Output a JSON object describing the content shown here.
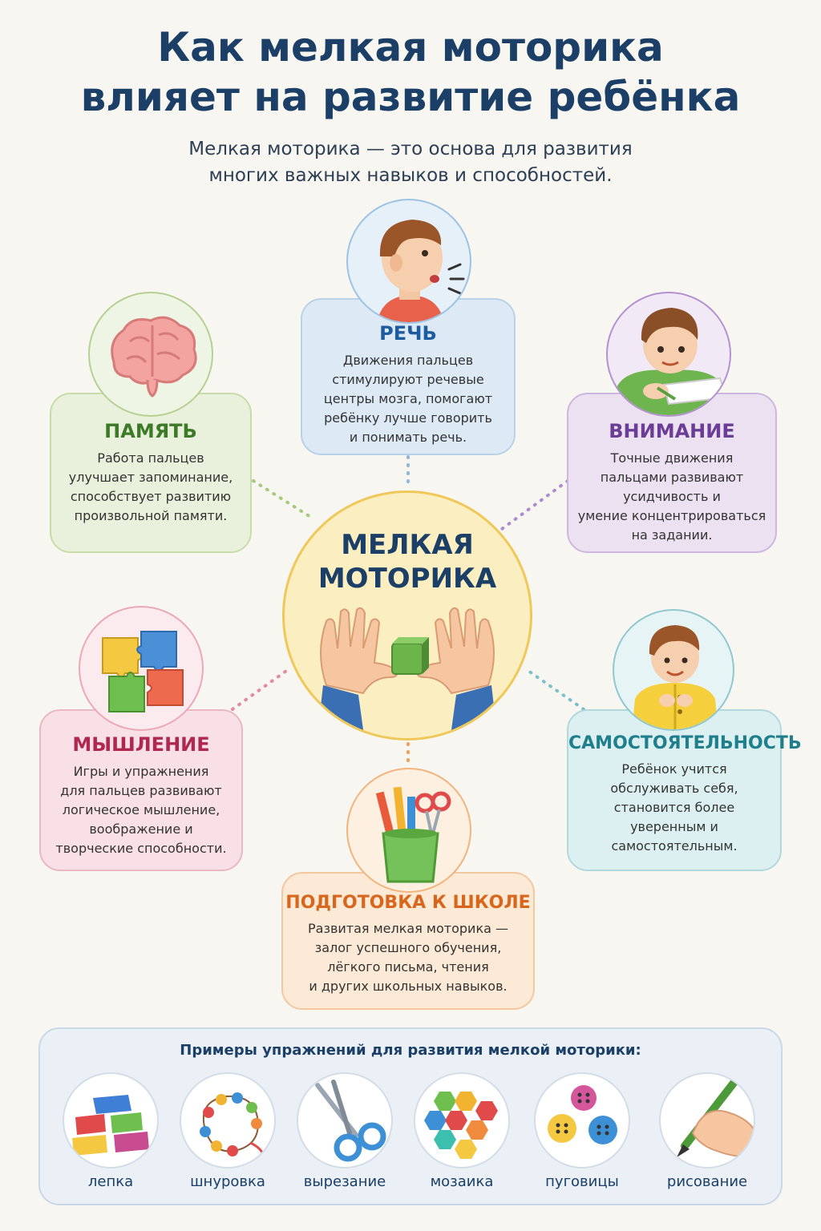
{
  "title_line1": "Как мелкая моторика",
  "title_line2": "влияет на развитие ребёнка",
  "subtitle_line1": "Мелкая моторика — это основа для развития",
  "subtitle_line2": "многих важных навыков и способностей.",
  "center": {
    "line1": "МЕЛКАЯ",
    "line2": "МОТОРИКА"
  },
  "cards": {
    "speech": {
      "title": "РЕЧЬ",
      "lines": [
        "Движения пальцев",
        "стимулируют речевые",
        "центры мозга, помогают",
        "ребёнку лучше говорить",
        "и понимать речь."
      ],
      "color": "#1d5c9e"
    },
    "memory": {
      "title": "ПАМЯТЬ",
      "lines": [
        "Работа пальцев",
        "улучшает запоминание,",
        "способствует развитию",
        "произвольной памяти."
      ],
      "color": "#3d7a28"
    },
    "attention": {
      "title": "ВНИМАНИЕ",
      "lines": [
        "Точные движения",
        "пальцами развивают",
        "усидчивость и",
        "умение концентрироваться",
        "на задании."
      ],
      "color": "#6b3d96"
    },
    "thinking": {
      "title": "МЫШЛЕНИЕ",
      "lines": [
        "Игры и упражнения",
        "для пальцев развивают",
        "логическое мышление,",
        "воображение и",
        "творческие способности."
      ],
      "color": "#b0284f"
    },
    "independence": {
      "title": "САМОСТОЯТЕЛЬНОСТЬ",
      "lines": [
        "Ребёнок учится",
        "обслуживать себя,",
        "становится более",
        "уверенным и",
        "самостоятельным."
      ],
      "color": "#1f7f8c"
    },
    "school": {
      "title": "ПОДГОТОВКА К ШКОЛЕ",
      "lines": [
        "Развитая мелкая моторика —",
        "залог успешного обучения,",
        "лёгкого письма, чтения",
        "и других школьных навыков."
      ],
      "color": "#d8661c"
    }
  },
  "exercises": {
    "title": "Примеры упражнений для развития мелкой моторики:",
    "items": [
      "лепка",
      "шнуровка",
      "вырезание",
      "мозаика",
      "пуговицы",
      "рисование"
    ]
  }
}
